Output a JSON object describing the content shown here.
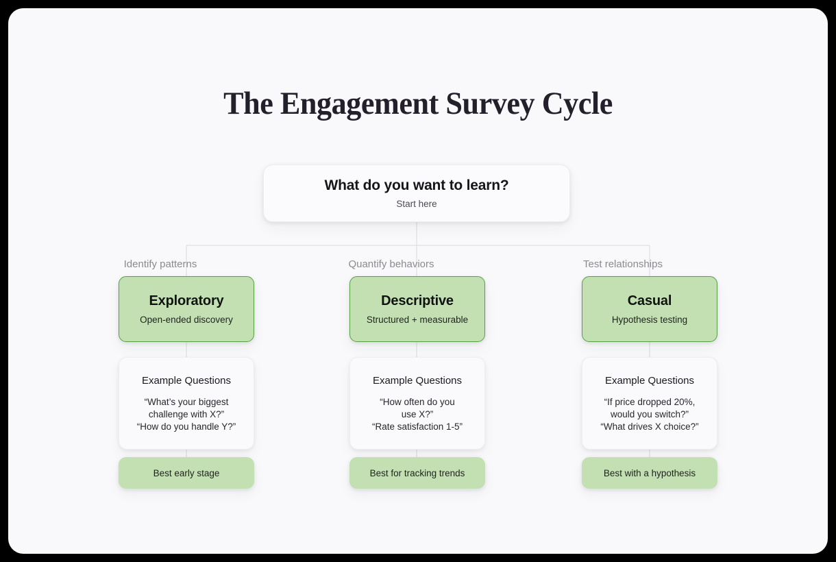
{
  "page": {
    "title": "The Engagement Survey Cycle",
    "background_color": "#000000",
    "panel_color": "#f9f9fb",
    "accent_green": "#c3e0b3",
    "accent_green_border": "#55a043"
  },
  "root": {
    "title": "What do you want to learn?",
    "subtitle": "Start here"
  },
  "branches": [
    {
      "label": "Identify patterns",
      "type_title": "Exploratory",
      "type_subtitle": "Open-ended discovery",
      "questions_heading": "Example Questions",
      "questions": [
        "“What’s your biggest",
        "challenge with X?”",
        "“How do you handle Y?”"
      ],
      "pill": "Best early stage"
    },
    {
      "label": "Quantify behaviors",
      "type_title": "Descriptive",
      "type_subtitle": "Structured + measurable",
      "questions_heading": "Example Questions",
      "questions": [
        "“How often do you",
        "use X?”",
        "“Rate satisfaction 1-5”"
      ],
      "pill": "Best for tracking trends"
    },
    {
      "label": "Test relationships",
      "type_title": "Casual",
      "type_subtitle": "Hypothesis testing",
      "questions_heading": "Example Questions",
      "questions": [
        "“If price dropped 20%,",
        "would you switch?”",
        "“What drives X choice?”"
      ],
      "pill": "Best with a hypothesis"
    }
  ]
}
